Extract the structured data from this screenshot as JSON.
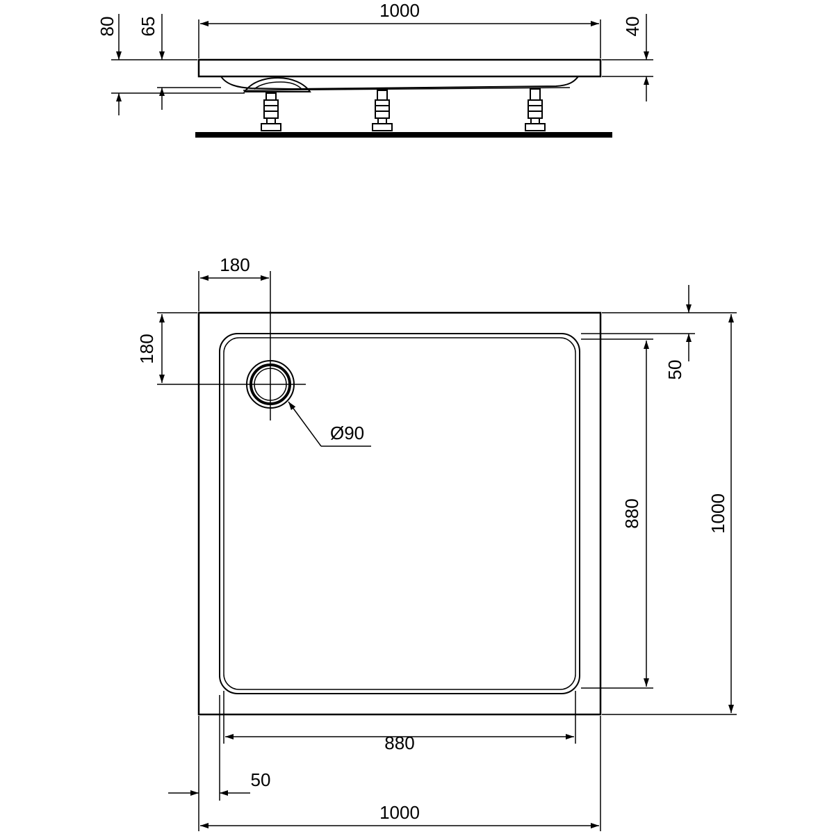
{
  "colors": {
    "stroke": "#000000",
    "background": "#ffffff"
  },
  "side_view": {
    "overall_height": "80",
    "drain_height": "65",
    "length": "1000",
    "rim_height": "40"
  },
  "plan_view": {
    "drain_offset_x": "180",
    "drain_offset_y": "180",
    "drain_diameter": "Ø90",
    "tray_width": "1000",
    "tray_depth": "1000",
    "inner_width": "880",
    "inner_depth": "880",
    "rim_right": "50",
    "rim_left": "50"
  }
}
